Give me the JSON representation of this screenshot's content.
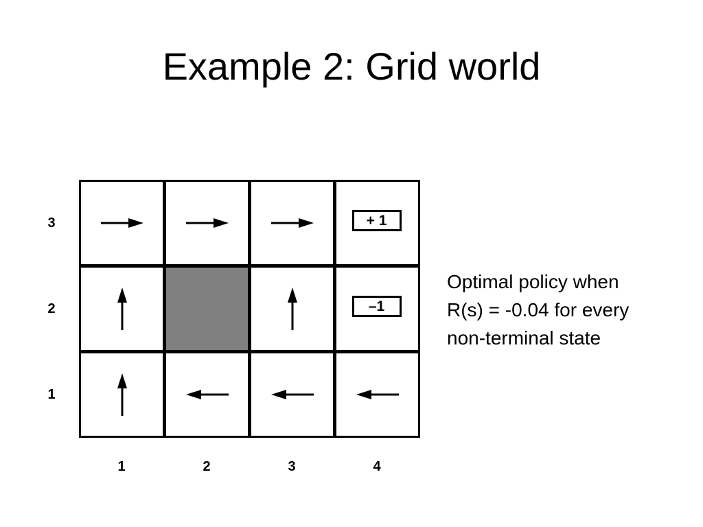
{
  "slide": {
    "title": "Example 2: Grid world",
    "caption_lines": [
      "Optimal policy when",
      "R(s) = -0.04 for every",
      "non-terminal state"
    ]
  },
  "grid": {
    "row_labels": [
      "3",
      "2",
      "1"
    ],
    "col_labels": [
      "1",
      "2",
      "3",
      "4"
    ],
    "cells": [
      {
        "col": 1,
        "row": 3,
        "kind": "arrow",
        "dir": "right"
      },
      {
        "col": 2,
        "row": 3,
        "kind": "arrow",
        "dir": "right"
      },
      {
        "col": 3,
        "row": 3,
        "kind": "arrow",
        "dir": "right"
      },
      {
        "col": 4,
        "row": 3,
        "kind": "terminal",
        "label": "+ 1"
      },
      {
        "col": 1,
        "row": 2,
        "kind": "arrow",
        "dir": "up"
      },
      {
        "col": 2,
        "row": 2,
        "kind": "wall"
      },
      {
        "col": 3,
        "row": 2,
        "kind": "arrow",
        "dir": "up"
      },
      {
        "col": 4,
        "row": 2,
        "kind": "terminal",
        "label": "–1"
      },
      {
        "col": 1,
        "row": 1,
        "kind": "arrow",
        "dir": "up"
      },
      {
        "col": 2,
        "row": 1,
        "kind": "arrow",
        "dir": "left"
      },
      {
        "col": 3,
        "row": 1,
        "kind": "arrow",
        "dir": "left"
      },
      {
        "col": 4,
        "row": 1,
        "kind": "arrow",
        "dir": "left"
      }
    ],
    "colors": {
      "wall": "#808080",
      "line": "#000000"
    }
  }
}
